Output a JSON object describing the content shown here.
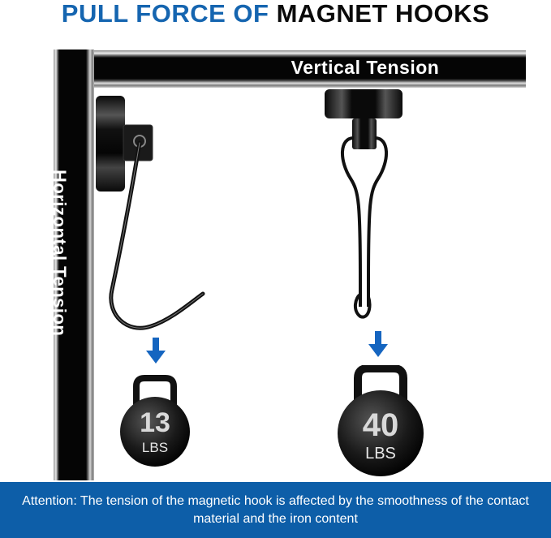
{
  "title": {
    "part_blue": "PULL FORCE OF",
    "part_black": "MAGNET HOOKS",
    "blue_color": "#1565b0"
  },
  "labels": {
    "vertical": "Vertical Tension",
    "horizontal": "Horizontal Tension"
  },
  "weights": [
    {
      "id": "horizontal",
      "value": "13",
      "unit": "LBS"
    },
    {
      "id": "vertical",
      "value": "40",
      "unit": "LBS"
    }
  ],
  "icons": {
    "arrow": "down-arrow-icon",
    "weight": "kettlebell-icon",
    "hook_side": "s-hook-icon",
    "hook_ceiling": "swivel-hook-icon"
  },
  "colors": {
    "accent_blue": "#1565b0",
    "footer_bg": "#0d5ea8",
    "bar": "#050505"
  },
  "footer": {
    "text": "Attention: The tension of the magnetic hook is affected by the smoothness of the contact material and the iron content"
  }
}
